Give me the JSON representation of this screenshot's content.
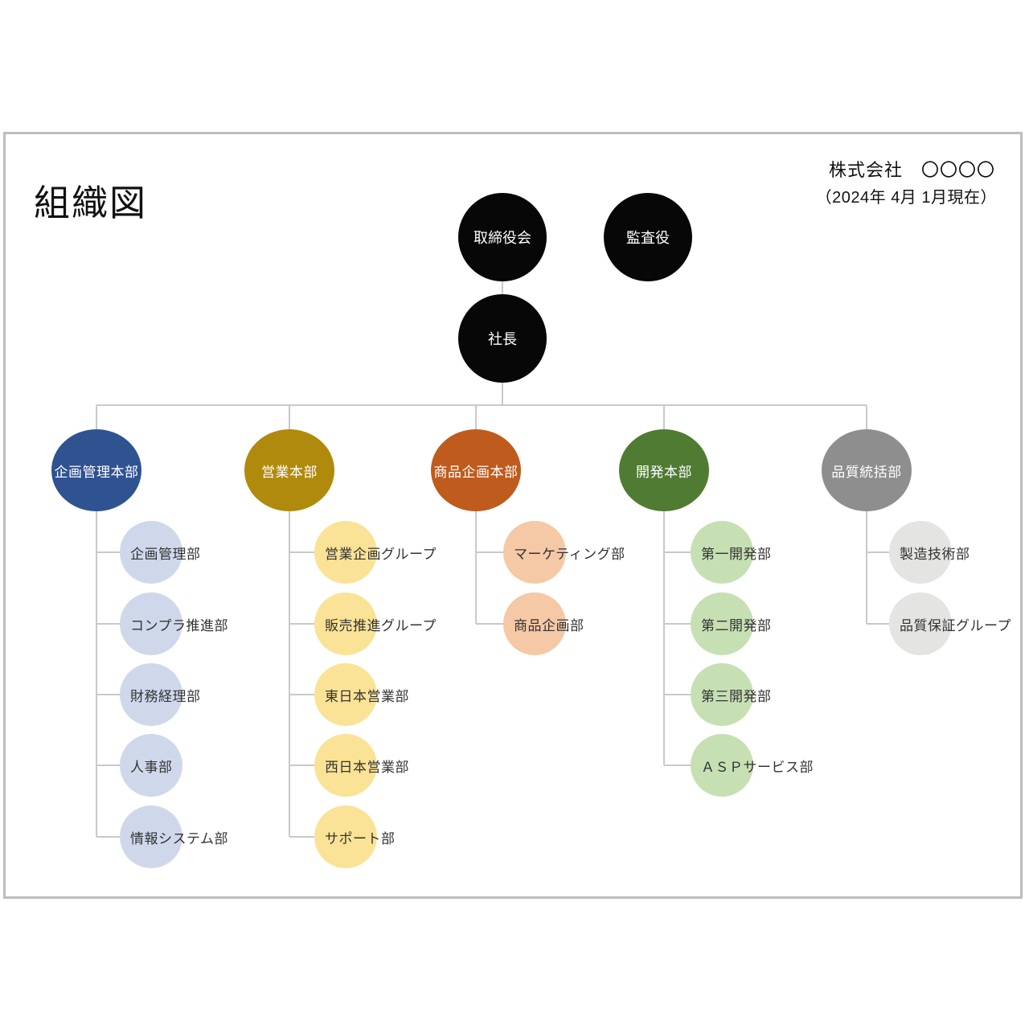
{
  "header": {
    "title": "組織図",
    "company": "株式会社　〇〇〇〇",
    "date_note": "（2024年 4月 1月現在）"
  },
  "org": {
    "executive_color": "#070707",
    "executive_text_color": "#ffffff",
    "line_color": "#c9c9c9",
    "frame_border_color": "#bebebe",
    "executives": [
      {
        "label": "取締役会"
      },
      {
        "label": "監査役"
      },
      {
        "label": "社長"
      }
    ],
    "divisions": [
      {
        "label": "企画管理本部",
        "color": "#2F5291",
        "child_color": "#CFD8EB",
        "children": [
          "企画管理部",
          "コンプラ推進部",
          "財務経理部",
          "人事部",
          "情報システム部"
        ]
      },
      {
        "label": "営業本部",
        "color": "#B08A0C",
        "child_color": "#FAE396",
        "children": [
          "営業企画グループ",
          "販売推進グループ",
          "東日本営業部",
          "西日本営業部",
          "サポート部"
        ]
      },
      {
        "label": "商品企画本部",
        "color": "#BF5B1D",
        "child_color": "#F5C8A6",
        "children": [
          "マーケティング部",
          "商品企画部"
        ]
      },
      {
        "label": "開発本部",
        "color": "#4F7B33",
        "child_color": "#C6E0B4",
        "children": [
          "第一開発部",
          "第二開発部",
          "第三開発部",
          "ＡＳＰサービス部"
        ]
      },
      {
        "label": "品質統括部",
        "color": "#8E8E8E",
        "child_color": "#E4E4E2",
        "children": [
          "製造技術部",
          "品質保証グループ"
        ]
      }
    ]
  }
}
